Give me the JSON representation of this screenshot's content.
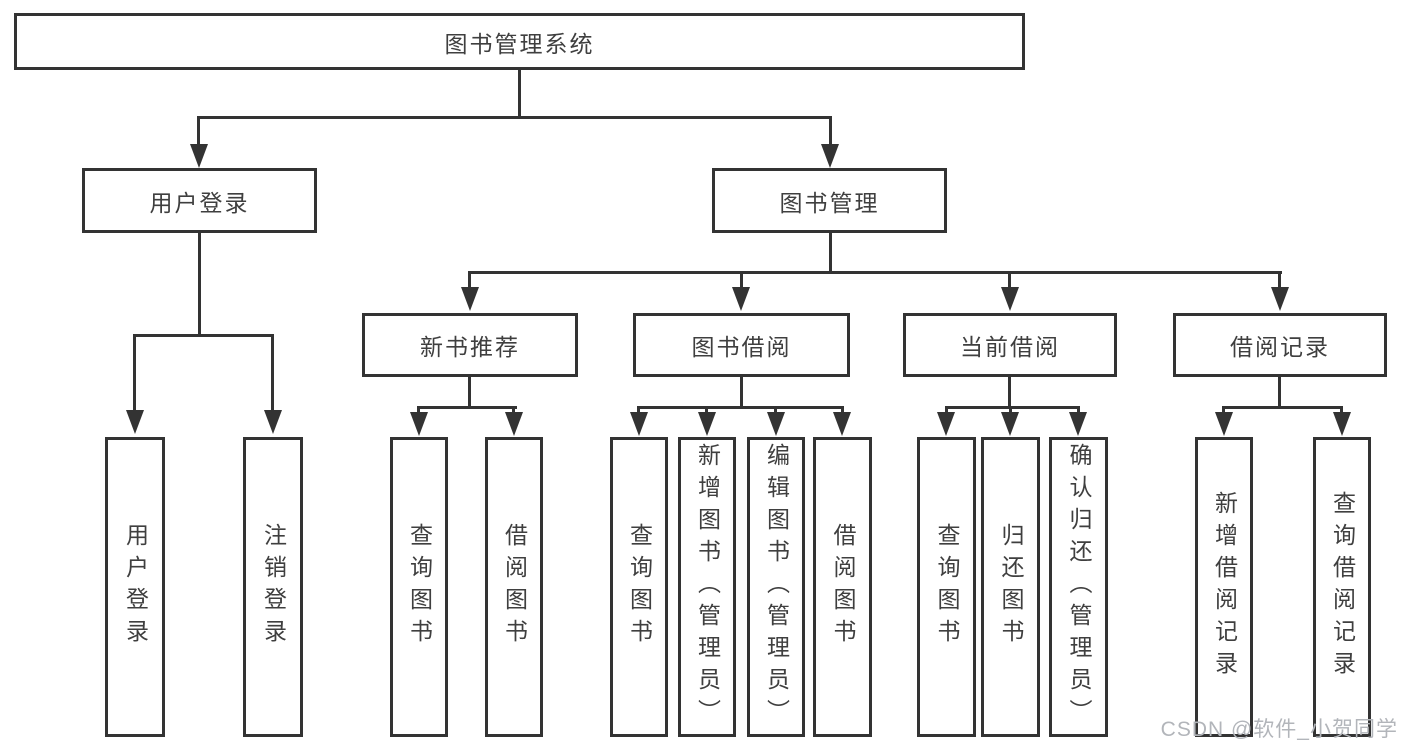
{
  "tree": {
    "root": {
      "label": "图书管理系统"
    },
    "branches": [
      {
        "label": "用户登录",
        "children": [
          {
            "label": "用户登录"
          },
          {
            "label": "注销登录"
          }
        ]
      },
      {
        "label": "图书管理",
        "children": [
          {
            "label": "新书推荐",
            "children": [
              {
                "label": "查询图书"
              },
              {
                "label": "借阅图书"
              }
            ]
          },
          {
            "label": "图书借阅",
            "children": [
              {
                "label": "查询图书"
              },
              {
                "label": "新增图书（管理员）"
              },
              {
                "label": "编辑图书（管理员）"
              },
              {
                "label": "借阅图书"
              }
            ]
          },
          {
            "label": "当前借阅",
            "children": [
              {
                "label": "查询图书"
              },
              {
                "label": "归还图书"
              },
              {
                "label": "确认归还（管理员）"
              }
            ]
          },
          {
            "label": "借阅记录",
            "children": [
              {
                "label": "新增借阅记录"
              },
              {
                "label": "查询借阅记录"
              }
            ]
          }
        ]
      }
    ]
  },
  "watermark": "CSDN @软件_小贺同学",
  "colors": {
    "line": "#333333",
    "text": "#3f3f3f",
    "watermark": "#b2b5ba",
    "background": "#ffffff"
  }
}
